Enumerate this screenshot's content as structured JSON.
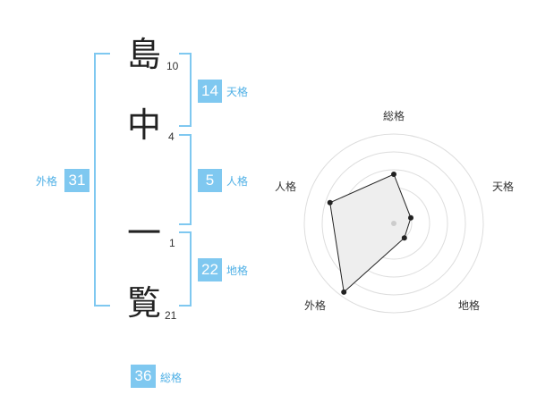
{
  "name": {
    "characters": [
      {
        "char": "島",
        "strokes": "10"
      },
      {
        "char": "中",
        "strokes": "4"
      },
      {
        "char": "一",
        "strokes": "1"
      },
      {
        "char": "覧",
        "strokes": "21"
      }
    ]
  },
  "fortune": {
    "tenkaku": {
      "value": "14",
      "label": "天格"
    },
    "jinkaku": {
      "value": "5",
      "label": "人格"
    },
    "chikaku": {
      "value": "22",
      "label": "地格"
    },
    "gaikaku": {
      "value": "31",
      "label": "外格"
    },
    "soukaku": {
      "value": "36",
      "label": "総格"
    }
  },
  "radar": {
    "axes": [
      "総格",
      "天格",
      "地格",
      "外格",
      "人格"
    ],
    "values": [
      0.55,
      0.2,
      0.2,
      0.95,
      0.75
    ],
    "rings": 5,
    "colors": {
      "fill": "#eeeeee",
      "stroke": "#222222",
      "ring": "#dddddd",
      "center": "#cccccc"
    }
  }
}
